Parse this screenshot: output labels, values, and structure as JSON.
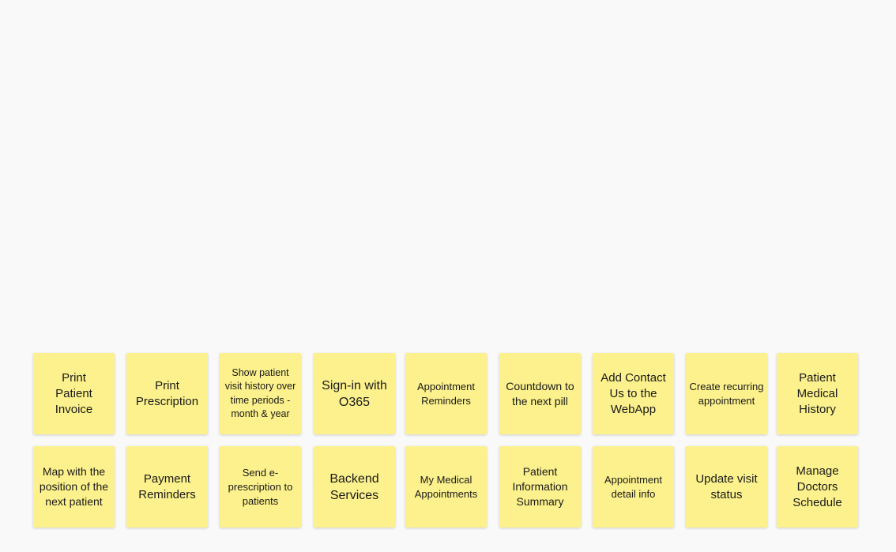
{
  "stickies": [
    {
      "text": "Print Patient Invoice",
      "color": "#fcf18c"
    },
    {
      "text": "Print Prescription",
      "color": "#fcf18c"
    },
    {
      "text": "Show patient visit history over time periods - month & year",
      "color": "#fcf18c"
    },
    {
      "text": "Sign-in with O365",
      "color": "#fcf18c"
    },
    {
      "text": "Appointment Reminders",
      "color": "#fcf18c"
    },
    {
      "text": "Countdown to the next pill",
      "color": "#fcf18c"
    },
    {
      "text": "Add Contact Us to the WebApp",
      "color": "#fcf18c"
    },
    {
      "text": "Create recurring appointment",
      "color": "#fcf18c"
    },
    {
      "text": "Patient Medical History",
      "color": "#fcf18c"
    },
    {
      "text": "Map with the position of the next patient",
      "color": "#fcf18c"
    },
    {
      "text": "Payment Reminders",
      "color": "#fcf18c"
    },
    {
      "text": "Send e-prescription to patients",
      "color": "#fcf18c"
    },
    {
      "text": "Backend Services",
      "color": "#fcf18c"
    },
    {
      "text": "My Medical Appointments",
      "color": "#fcf18c"
    },
    {
      "text": "Patient Information Summary",
      "color": "#fcf18c"
    },
    {
      "text": "Appointment detail info",
      "color": "#fcf18c"
    },
    {
      "text": "Update visit status",
      "color": "#fcf18c"
    },
    {
      "text": "Manage Doctors Schedule",
      "color": "#fcf18c"
    }
  ]
}
